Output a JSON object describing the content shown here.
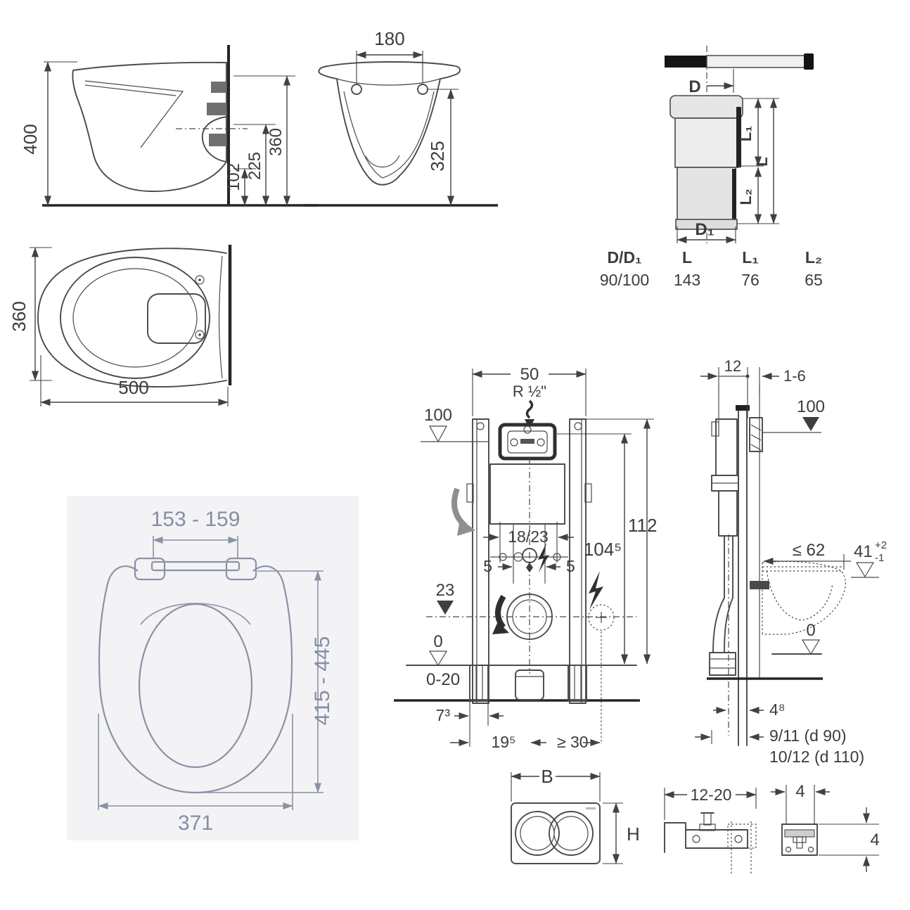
{
  "side_view": {
    "overall_height": "400",
    "outlet_height": "102",
    "mid_height": "225",
    "top_height": "360"
  },
  "front_view": {
    "hole_spacing": "180",
    "height": "325"
  },
  "pipe": {
    "d": "D",
    "d1": "D₁",
    "l1": "L₁",
    "l2": "L₂",
    "l": "L",
    "headers": [
      "D/D₁",
      "L",
      "L₁",
      "L₂"
    ],
    "values": [
      "90/100",
      "143",
      "76",
      "65"
    ]
  },
  "top_view": {
    "width": "360",
    "length": "500"
  },
  "seat": {
    "hinge_spacing": "153 - 159",
    "length": "415 - 445",
    "width": "371"
  },
  "frame_front": {
    "width": "50",
    "water_connection": "R ½\"",
    "level_top": "100",
    "height_full": "112",
    "height_inner": "104⁵",
    "outlet_offset": "18/23",
    "offset_left": "5",
    "offset_right": "5",
    "level_mid": "23",
    "level_zero": "0",
    "floor_range": "0-20",
    "foot_width": "7³",
    "center_dist": "19⁵",
    "side_min": "≥ 30"
  },
  "frame_side": {
    "frame_depth": "12",
    "panel_range": "1-6",
    "level_top": "100",
    "depth_max": "≤ 62",
    "seat_height": "41",
    "tol_plus": "+2",
    "tol_minus": "-1",
    "level_zero": "0",
    "offset_4": "4⁸",
    "pipe_d90": "9/11  (d 90)",
    "pipe_d110": "10/12 (d 110)"
  },
  "plate": {
    "width": "B",
    "height": "H"
  },
  "bracket": {
    "range": "12-20"
  },
  "spacer": {
    "width": "4",
    "height": "4"
  }
}
